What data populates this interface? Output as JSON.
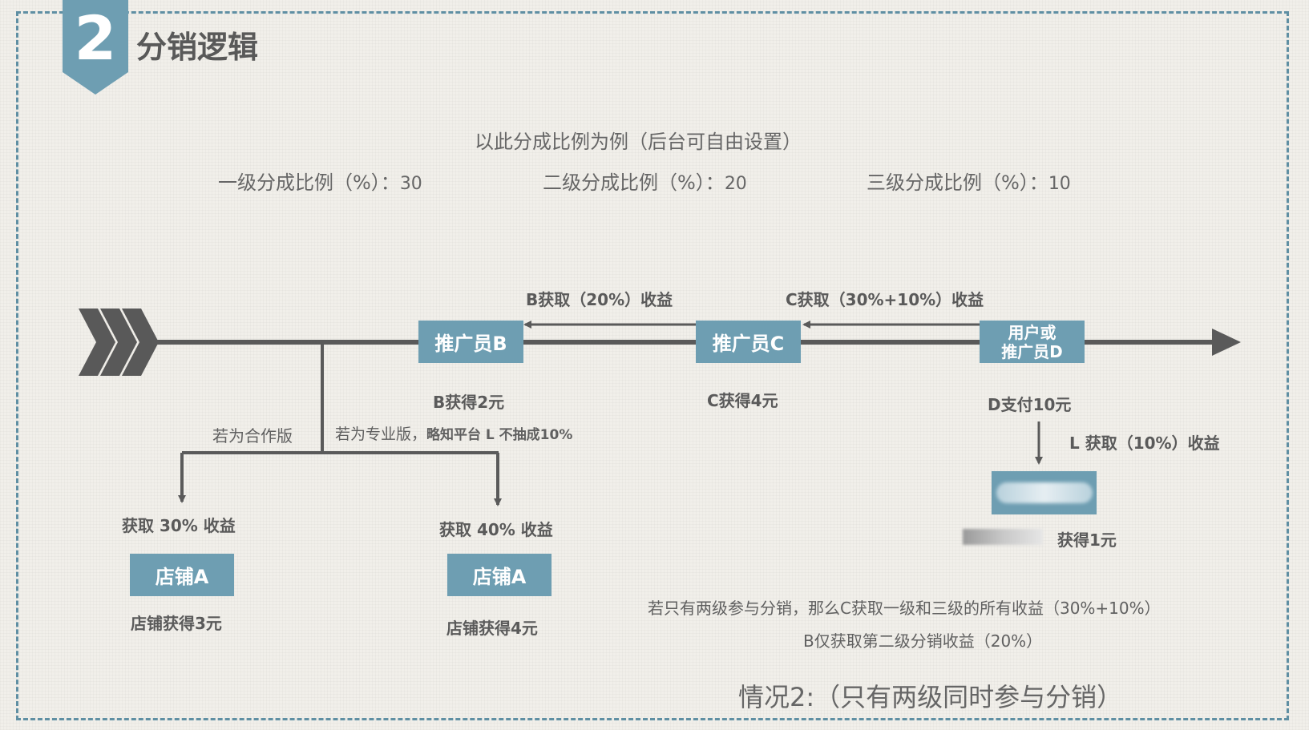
{
  "header": {
    "number": "2",
    "title": "分销逻辑"
  },
  "intro": {
    "heading": "以此分成比例为例（后台可自由设置）",
    "ratios": [
      {
        "label": "一级分成比例（%）：",
        "value": "30"
      },
      {
        "label": "二级分成比例（%）：",
        "value": "20"
      },
      {
        "label": "三级分成比例（%）：",
        "value": "10"
      }
    ]
  },
  "flow": {
    "b_gain_label": "B获取（20%）收益",
    "c_gain_label": "C获取（30%+10%）收益",
    "promoter_b": "推广员B",
    "promoter_c": "推广员C",
    "user_d_line1": "用户或",
    "user_d_line2": "推广员D",
    "b_earns": "B获得2元",
    "c_earns": "C获得4元",
    "d_pays": "D支付10元",
    "l_gain_label": "L 获取（10%）收益",
    "l_earns": "获得1元"
  },
  "branches": {
    "cooperative": {
      "label": "若为合作版",
      "gain": "获取 30%  收益",
      "store": "店铺A",
      "store_earns": "店铺获得3元"
    },
    "professional": {
      "label_prefix": "若为专业版，",
      "label_bold": "略知平台 L 不抽成10%",
      "gain": "获取 40%  收益",
      "store": "店铺A",
      "store_earns": "店铺获得4元"
    }
  },
  "notes": {
    "line1": "若只有两级参与分销，那么C获取一级和三级的所有收益（30%+10%）",
    "line2": "B仅获取第二级分销收益（20%）"
  },
  "footer": {
    "case_title": "情况2:（只有两级同时参与分销）"
  },
  "colors": {
    "accent": "#6e9eb2",
    "line": "#5a5a5a",
    "border": "#5f8fa3",
    "background": "#f1efea"
  }
}
